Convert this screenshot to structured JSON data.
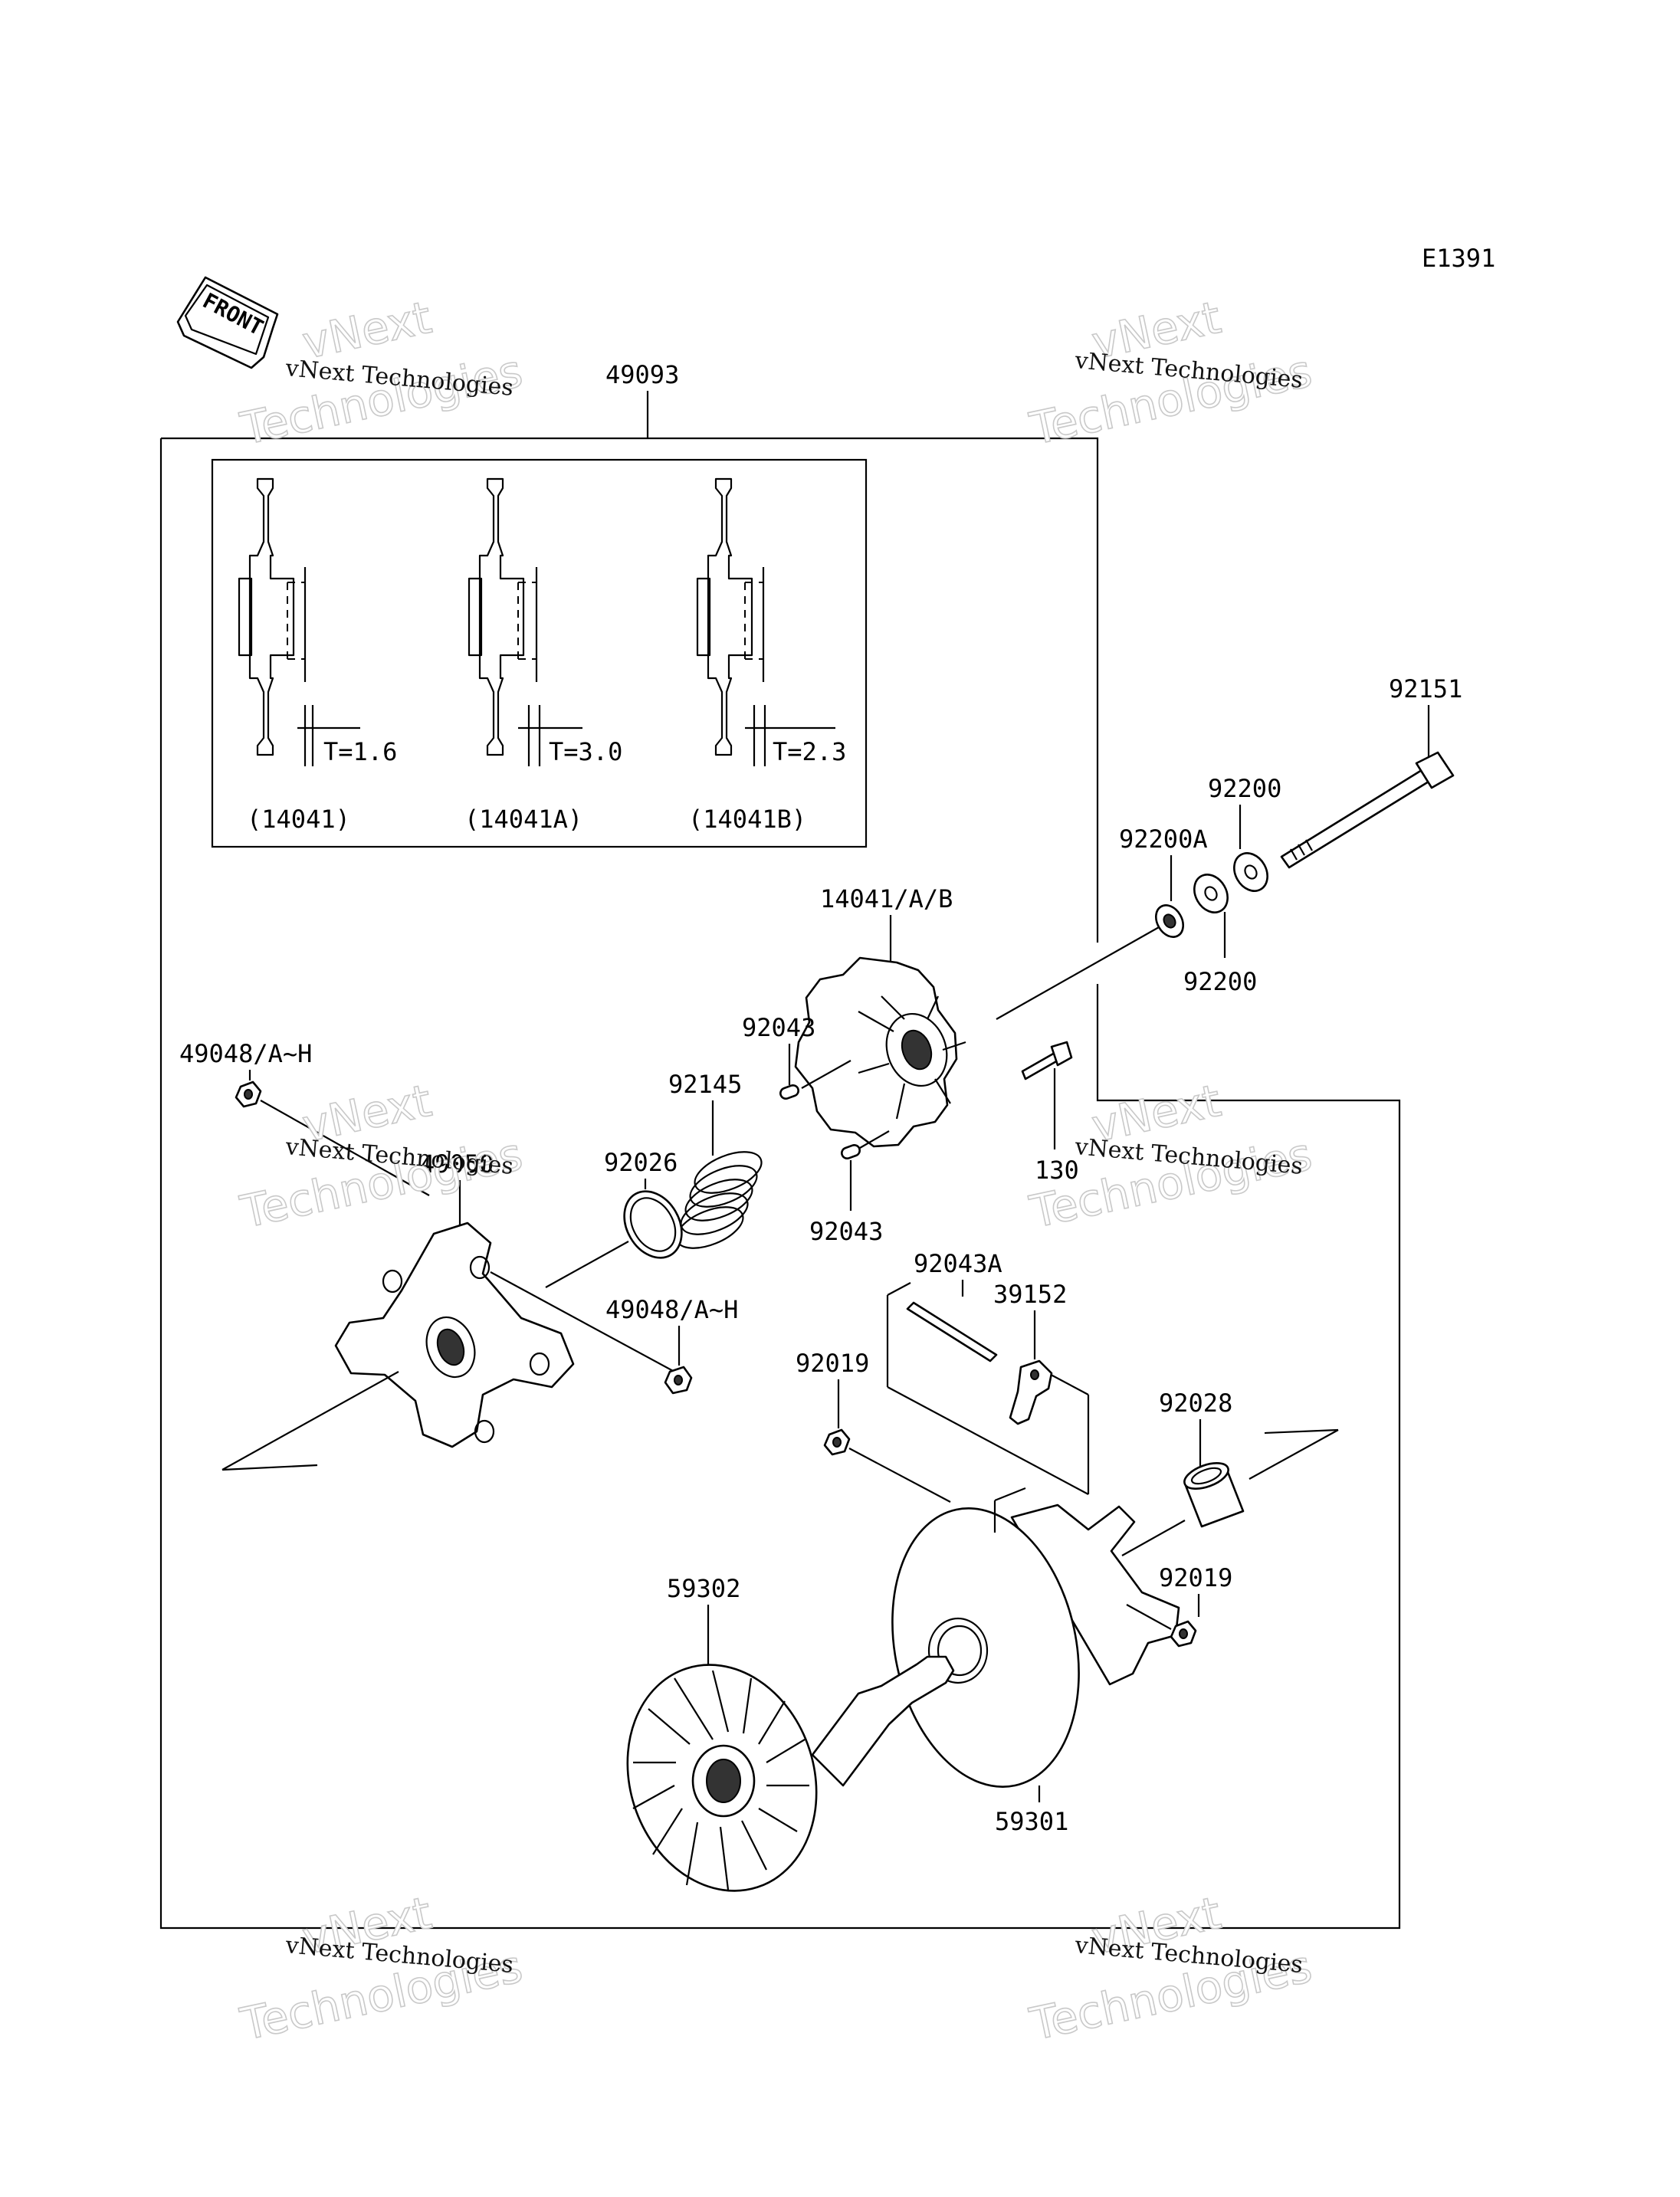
{
  "diagram_code": "E1391",
  "front_label": "FRONT",
  "assembly_label": "49093",
  "inset": {
    "variants": [
      {
        "thickness": "T=1.6",
        "part": "(14041)"
      },
      {
        "thickness": "T=3.0",
        "part": "(14041A)"
      },
      {
        "thickness": "T=2.3",
        "part": "(14041B)"
      }
    ]
  },
  "parts": {
    "p92151": "92151",
    "p92200_top": "92200",
    "p92200a": "92200A",
    "p92200_bottom": "92200",
    "p14041": "14041/A/B",
    "p92043_top": "92043",
    "p92043_bottom": "92043",
    "p92145": "92145",
    "p92026": "92026",
    "p130": "130",
    "p49048_left": "49048/A~H",
    "p49050": "49050",
    "p49048_mid": "49048/A~H",
    "p92043a": "92043A",
    "p39152": "39152",
    "p92019_left": "92019",
    "p92028": "92028",
    "p92019_right": "92019",
    "p59302": "59302",
    "p59301": "59301"
  },
  "watermark": {
    "line1": "vNext",
    "line2": "Technologies",
    "small": "vNext Technologies"
  }
}
